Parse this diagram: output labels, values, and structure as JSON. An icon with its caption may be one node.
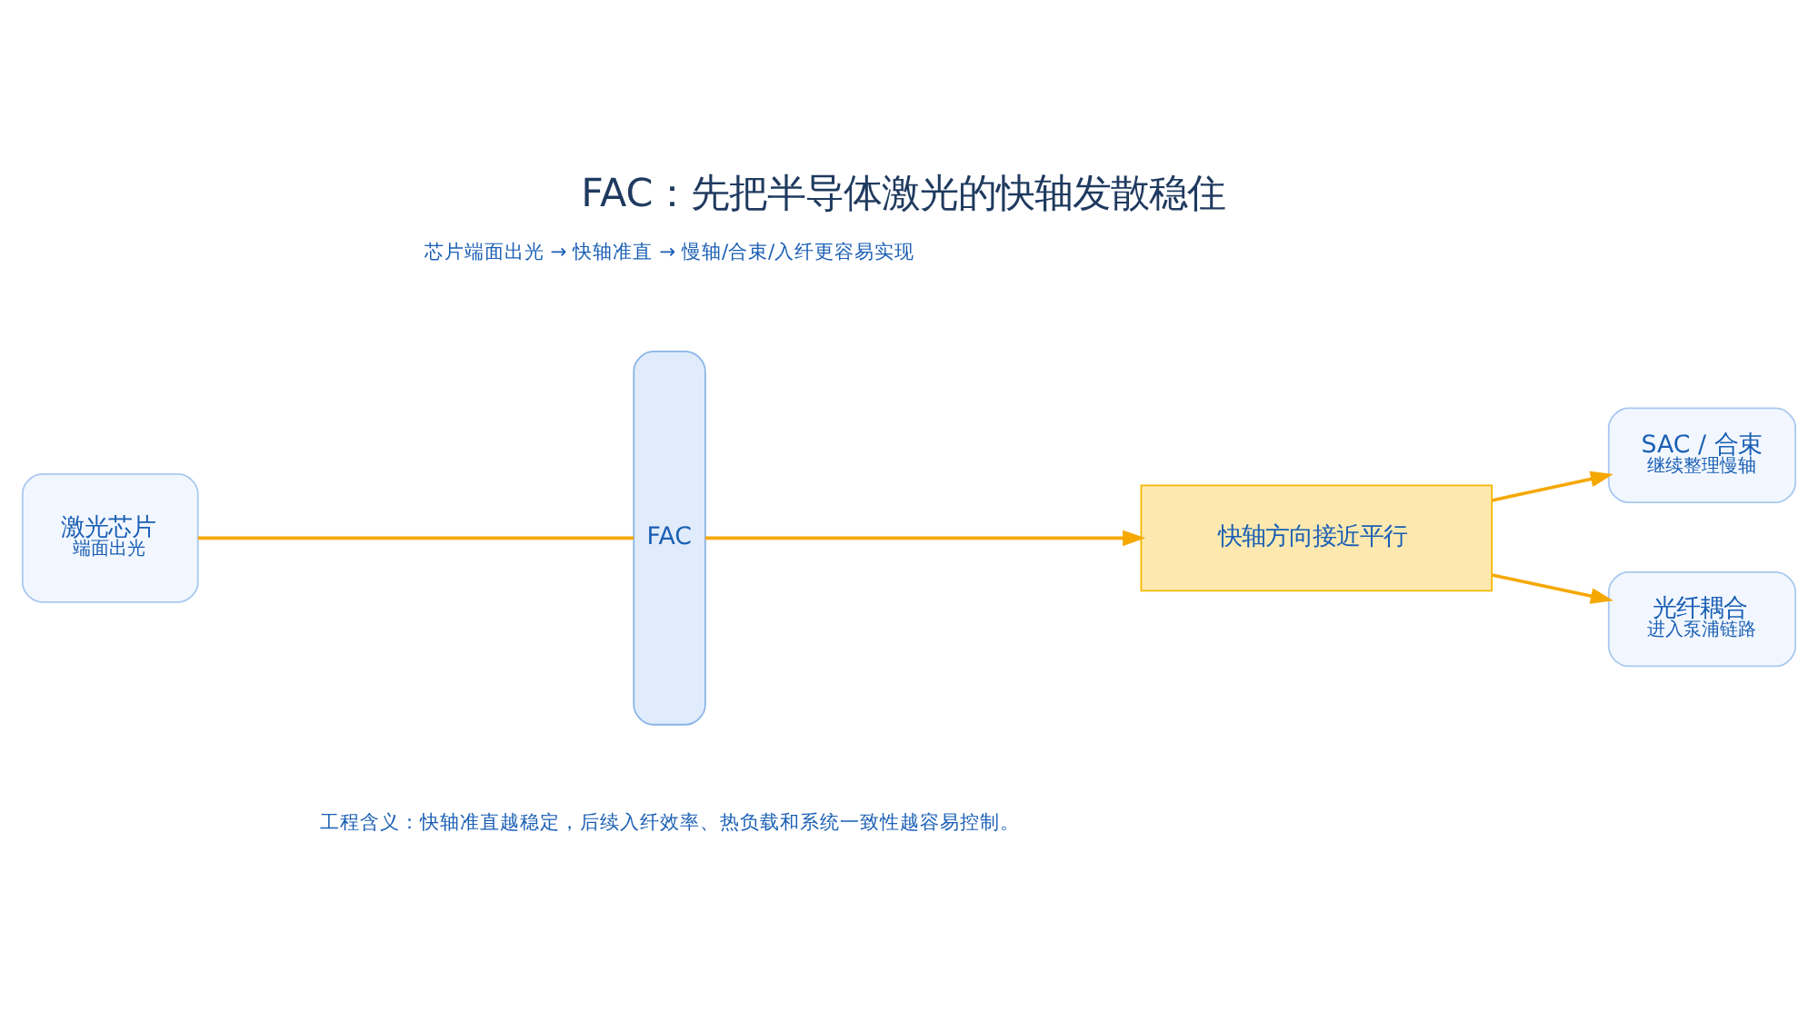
{
  "diagram": {
    "title": "FAC：先把半导体激光的快轴发散稳住",
    "caption": "工程含义：快轴准直越稳定，后续入纤效率、热负载和系统一致性越容易控制。",
    "nodes": [
      {
        "text": [
          "激光芯片",
          "端面出光"
        ]
      },
      {
        "text": [
          "FAC"
        ]
      },
      {
        "text": [
          "快轴方向接近平行"
        ]
      },
      {
        "text": [
          "SAC / 合束",
          "继续整理慢轴"
        ]
      },
      {
        "text": [
          "光纤耦合",
          "进入泵浦链路"
        ]
      }
    ],
    "edges": [
      {
        "from": 0,
        "to": 1,
        "arrow": "none"
      },
      {
        "from": 1,
        "to": 2,
        "arrow": "to"
      },
      {
        "from": 2,
        "to": 3,
        "arrow": "to"
      },
      {
        "from": 2,
        "to": 4,
        "arrow": "to"
      }
    ],
    "labels": [
      "芯片端面出光 → 快轴准直 → 慢轴/合束/入纤更容易实现"
    ]
  }
}
